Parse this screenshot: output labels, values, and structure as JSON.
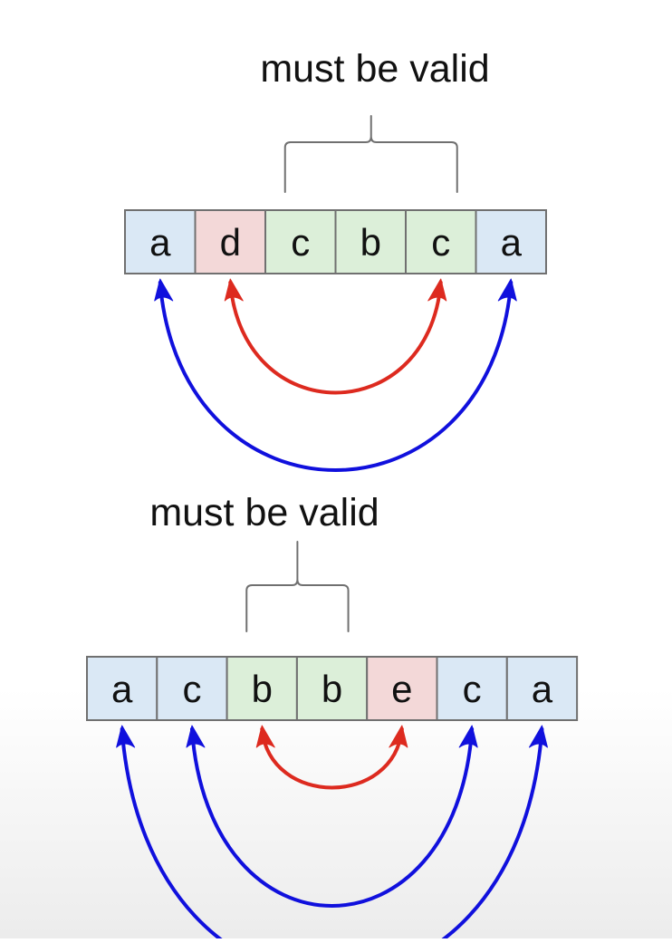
{
  "diagrams": [
    {
      "label": "must be valid",
      "cells": [
        {
          "char": "a",
          "role": "outer"
        },
        {
          "char": "d",
          "role": "mismatch"
        },
        {
          "char": "c",
          "role": "inner"
        },
        {
          "char": "b",
          "role": "inner"
        },
        {
          "char": "c",
          "role": "inner"
        },
        {
          "char": "a",
          "role": "outer"
        }
      ],
      "brace": {
        "from": 2,
        "to": 4
      },
      "arcs": [
        {
          "from": 0,
          "to": 5,
          "kind": "match"
        },
        {
          "from": 1,
          "to": 4,
          "kind": "mismatch"
        }
      ]
    },
    {
      "label": "must be valid",
      "cells": [
        {
          "char": "a",
          "role": "outer"
        },
        {
          "char": "c",
          "role": "outer"
        },
        {
          "char": "b",
          "role": "inner"
        },
        {
          "char": "b",
          "role": "inner"
        },
        {
          "char": "e",
          "role": "mismatch"
        },
        {
          "char": "c",
          "role": "outer"
        },
        {
          "char": "a",
          "role": "outer"
        }
      ],
      "brace": {
        "from": 2,
        "to": 3
      },
      "arcs": [
        {
          "from": 0,
          "to": 6,
          "kind": "match"
        },
        {
          "from": 1,
          "to": 5,
          "kind": "match"
        },
        {
          "from": 2,
          "to": 4,
          "kind": "mismatch"
        }
      ]
    }
  ],
  "colors": {
    "outer": "#dae8f5",
    "mismatch": "#f3d8d8",
    "inner": "#dcefd9",
    "cell_border": "#707070",
    "text": "#111111",
    "brace": "#707070",
    "match": "#1010dd",
    "mismatch_arc": "#dd2a1f"
  }
}
